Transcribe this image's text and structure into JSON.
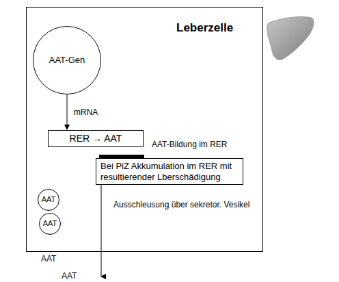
{
  "diagram": {
    "nodes": [
      {
        "text": [
          "Leberzelle"
        ]
      },
      {
        "text": [
          "AAT-Gen"
        ],
        "in": 0
      },
      {
        "text": [
          "RER → AAT"
        ],
        "in": 0
      },
      {
        "text": [
          "Bei PiZ Akkumulation im RER mit resultierender Lberschädigung"
        ],
        "in": 0
      },
      {
        "text": [
          "AAT"
        ],
        "in": 0
      },
      {
        "text": [
          "AAT"
        ],
        "in": 0
      }
    ],
    "edges": [
      {
        "from": 1,
        "to": 2,
        "label": "mRNA",
        "arrow": "to"
      }
    ],
    "labels": [
      "AAT-Bildung im RER",
      "Ausschleusung über sekretor. Vesikel",
      "AAT",
      "AAT"
    ]
  }
}
